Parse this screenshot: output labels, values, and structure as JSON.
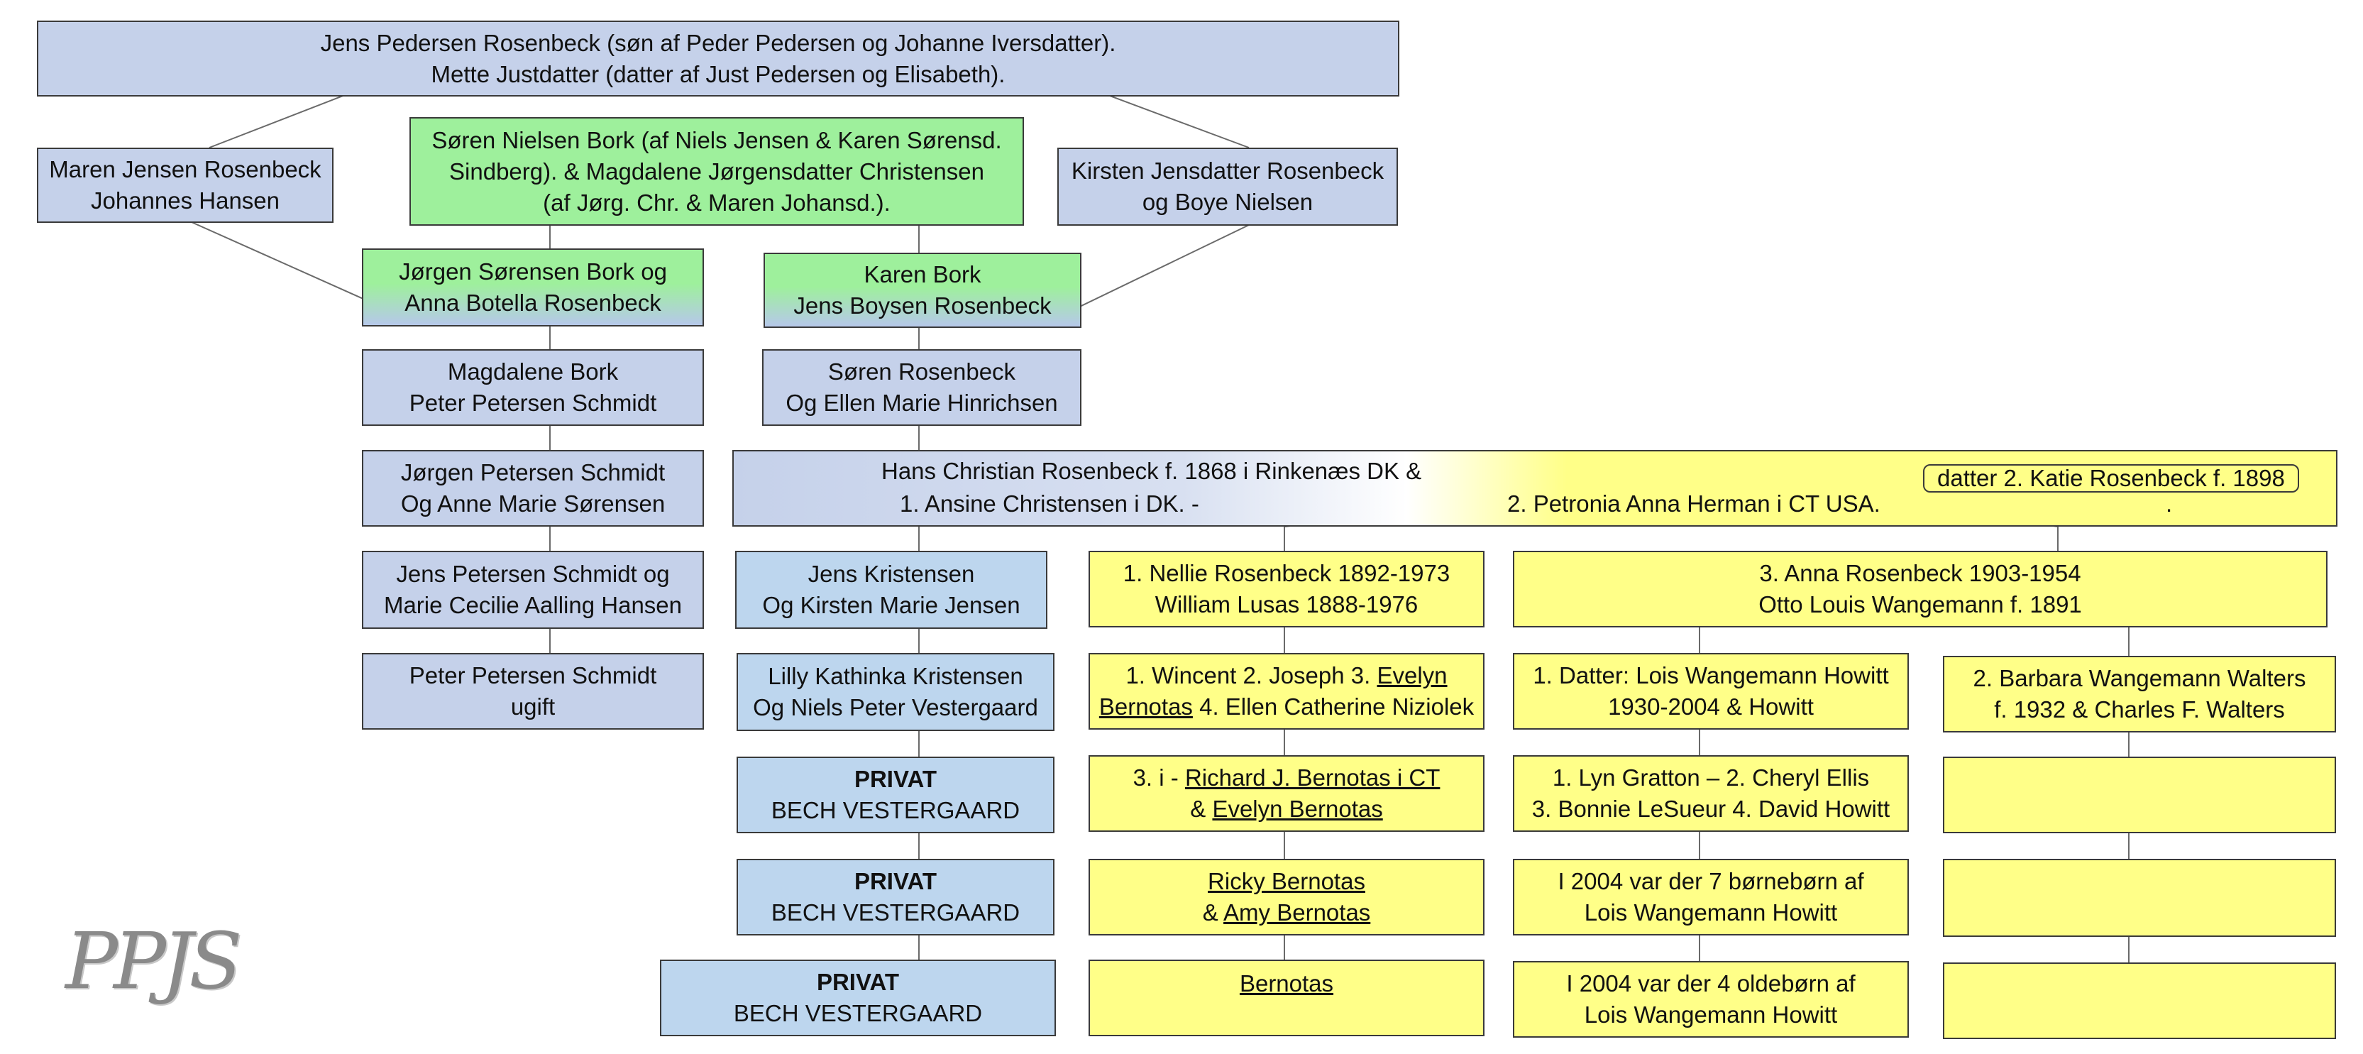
{
  "diagram": {
    "root": {
      "line1": "Jens Pedersen Rosenbeck (søn af Peder Pedersen og Johanne Iversdatter).",
      "line2": "Mette Justdatter (datter af Just Pedersen og Elisabeth)."
    },
    "maren": {
      "line1": "Maren Jensen Rosenbeck",
      "line2": "Johannes Hansen"
    },
    "soren_bork": {
      "line1": "Søren Nielsen Bork (af Niels Jensen & Karen Sørensd.",
      "line2": "Sindberg). &  Magdalene Jørgensdatter Christensen",
      "line3": "(af Jørg. Chr. & Maren Johansd.)."
    },
    "kirsten": {
      "line1": "Kirsten Jensdatter Rosenbeck",
      "line2": "og Boye Nielsen"
    },
    "jorgen_bork": {
      "line1": "Jørgen Sørensen Bork og",
      "line2": "Anna Botella Rosenbeck"
    },
    "karen_bork": {
      "line1": "Karen Bork",
      "line2": "Jens Boysen Rosenbeck"
    },
    "magdalene": {
      "line1": "Magdalene Bork",
      "line2": "Peter Petersen Schmidt"
    },
    "soren_ros": {
      "line1": "Søren Rosenbeck",
      "line2": "Og Ellen Marie Hinrichsen"
    },
    "jorgen_schmidt": {
      "line1": "Jørgen Petersen Schmidt",
      "line2": "Og Anne Marie Sørensen"
    },
    "hans_christian": {
      "line1": "Hans Christian Rosenbeck f. 1868 i Rinkenæs DK &",
      "line2": "1. Ansine Christensen i DK. -",
      "line3": "2. Petronia Anna Herman i CT USA.",
      "inner_label": "datter 2. Katie Rosenbeck f. 1898",
      "dot": "."
    },
    "jens_schmidt": {
      "line1": "Jens Petersen Schmidt og",
      "line2": "Marie Cecilie Aalling Hansen"
    },
    "jens_kristensen": {
      "line1": "Jens Kristensen",
      "line2": "Og Kirsten Marie Jensen"
    },
    "nellie": {
      "line1": "1. Nellie Rosenbeck 1892-1973",
      "line2": "William Lusas 1888-1976"
    },
    "anna": {
      "line1": "3. Anna Rosenbeck 1903-1954",
      "line2": "Otto Louis Wangemann f. 1891"
    },
    "peter_schmidt": {
      "line1": "Peter Petersen Schmidt",
      "line2": "ugift"
    },
    "lilly": {
      "line1": "Lilly Kathinka Kristensen",
      "line2": "Og Niels Peter Vestergaard"
    },
    "wincent": {
      "line1a": "1. Wincent 2. Joseph 3. ",
      "line1b": "Evelyn",
      "line2a": "Bernotas",
      "line2b": " 4. Ellen Catherine Niziolek"
    },
    "lois": {
      "line1": "1. Datter: Lois Wangemann Howitt",
      "line2": "1930-2004 & Howitt"
    },
    "barbara": {
      "line1": "2. Barbara Wangemann Walters",
      "line2": "f. 1932 & Charles F. Walters"
    },
    "privat1": {
      "line1": "PRIVAT",
      "line2": "BECH VESTERGAARD"
    },
    "richard": {
      "line1a": "3. i - ",
      "line1b": "Richard J. Bernotas i CT",
      "line2a": "& ",
      "line2b": "Evelyn Bernotas"
    },
    "lyn": {
      "line1": "1. Lyn Gratton – 2. Cheryl Ellis",
      "line2": "3. Bonnie LeSueur 4. David Howitt"
    },
    "privat2": {
      "line1": "PRIVAT",
      "line2": "BECH VESTERGAARD"
    },
    "ricky": {
      "line1": "Ricky Bernotas",
      "line2a": "& ",
      "line2b": "Amy Bernotas"
    },
    "grandchildren": {
      "line1": "I 2004 var der 7 børnebørn af",
      "line2": "Lois Wangemann Howitt"
    },
    "privat3": {
      "line1": "PRIVAT",
      "line2": "BECH VESTERGAARD"
    },
    "bernotas": {
      "line1": "Bernotas"
    },
    "great_grandchildren": {
      "line1": "I 2004 var der 4 oldebørn af",
      "line2": "Lois Wangemann Howitt"
    },
    "logo": "PPJS"
  }
}
